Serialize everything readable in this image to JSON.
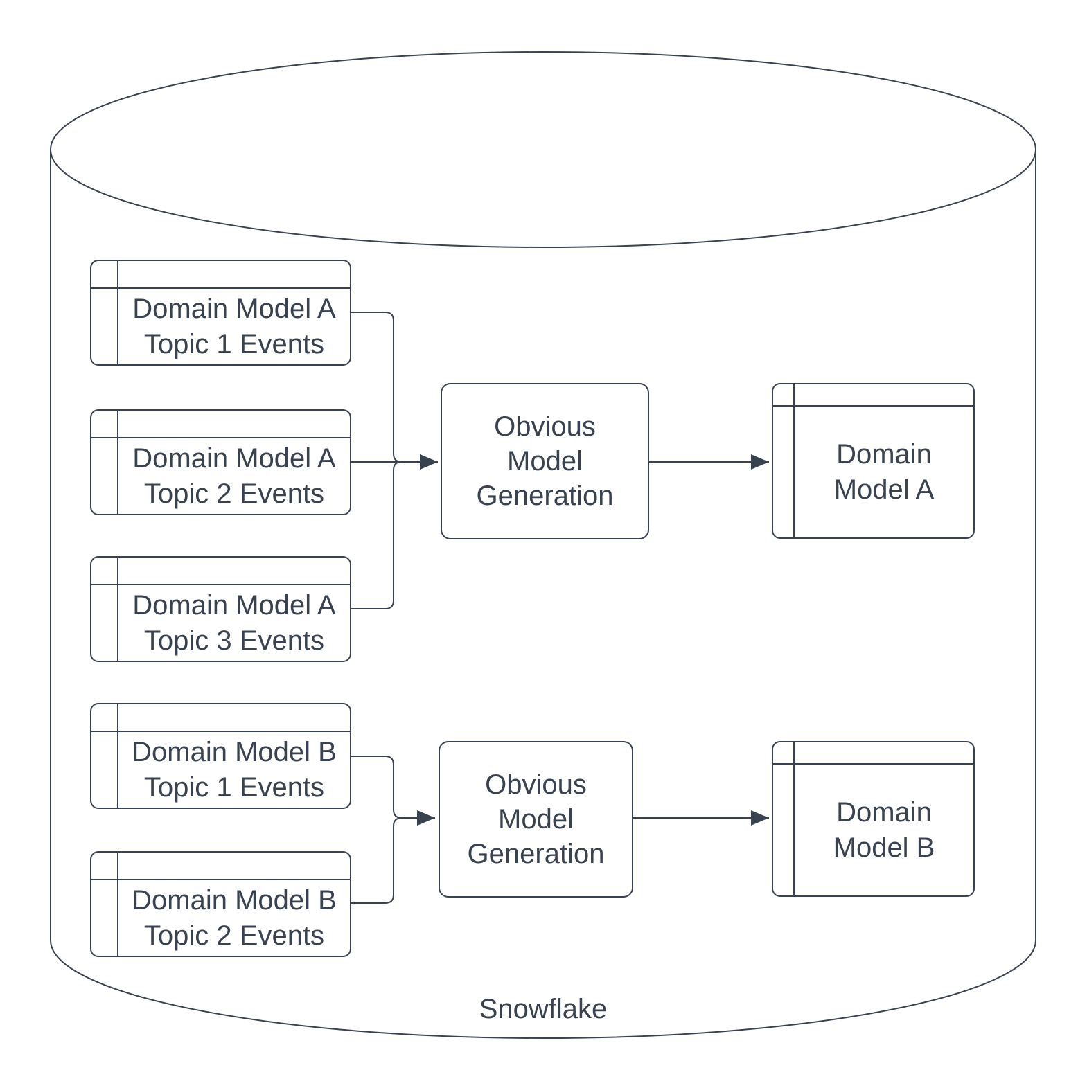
{
  "colors": {
    "stroke": "#384250",
    "text": "#384250",
    "background": "#ffffff"
  },
  "cylinder": {
    "label": "Snowflake"
  },
  "flows": [
    {
      "sources": [
        {
          "label": "Domain Model A\nTopic 1 Events"
        },
        {
          "label": "Domain Model A\nTopic 2 Events"
        },
        {
          "label": "Domain Model A\nTopic 3 Events"
        }
      ],
      "process": {
        "label": "Obvious\nModel\nGeneration"
      },
      "output": {
        "label": "Domain\nModel A"
      }
    },
    {
      "sources": [
        {
          "label": "Domain Model B\nTopic 1 Events"
        },
        {
          "label": "Domain Model B\nTopic 2 Events"
        }
      ],
      "process": {
        "label": "Obvious\nModel\nGeneration"
      },
      "output": {
        "label": "Domain\nModel B"
      }
    }
  ]
}
